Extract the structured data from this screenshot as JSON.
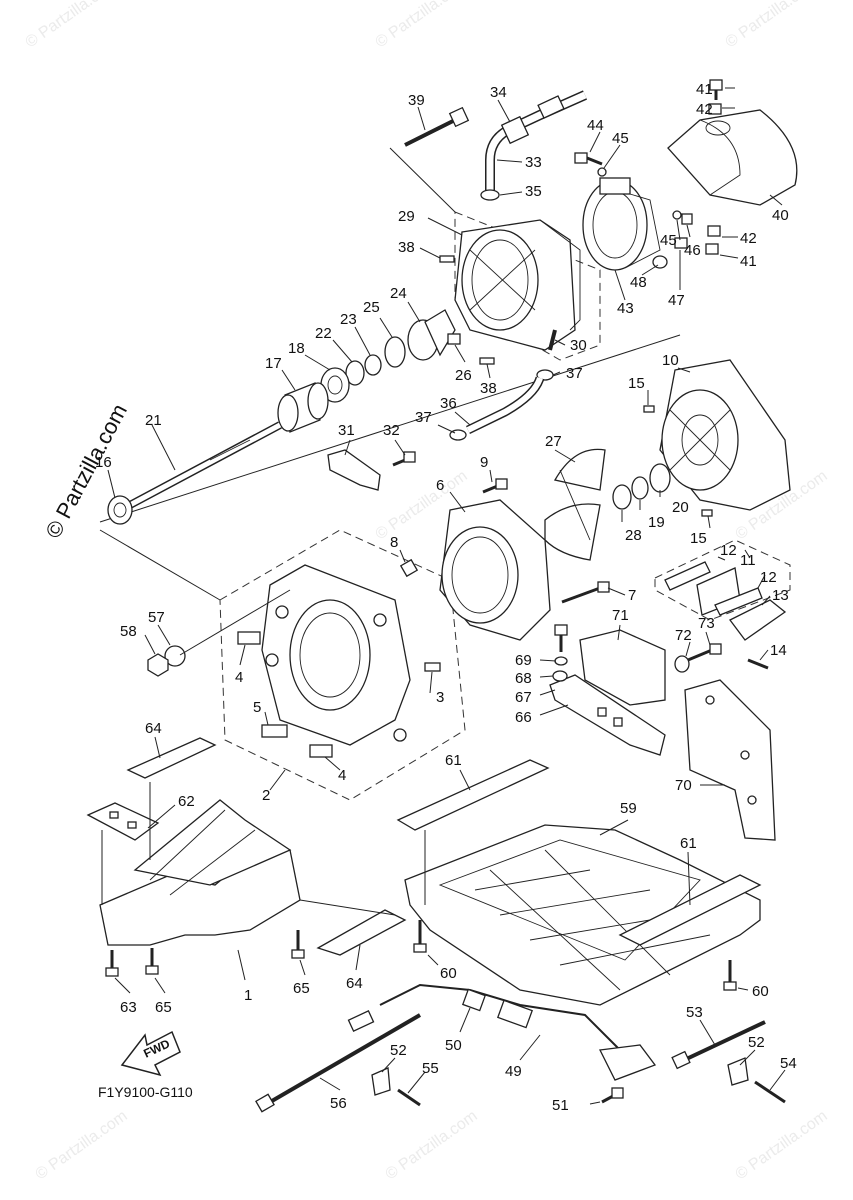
{
  "watermark_text": "© Partzilla.com",
  "side_text": "© Partzilla.com",
  "drawing_code": "F1Y9100-G110",
  "fwd_label": "FWD",
  "labels": [
    {
      "id": "1",
      "text": "1"
    },
    {
      "id": "2",
      "text": "2"
    },
    {
      "id": "3a",
      "text": "3"
    },
    {
      "id": "3b",
      "text": "3"
    },
    {
      "id": "4a",
      "text": "4"
    },
    {
      "id": "4b",
      "text": "4"
    },
    {
      "id": "5",
      "text": "5"
    },
    {
      "id": "6",
      "text": "6"
    },
    {
      "id": "7",
      "text": "7"
    },
    {
      "id": "8",
      "text": "8"
    },
    {
      "id": "9",
      "text": "9"
    },
    {
      "id": "10",
      "text": "10"
    },
    {
      "id": "11",
      "text": "11"
    },
    {
      "id": "12a",
      "text": "12"
    },
    {
      "id": "12b",
      "text": "12"
    },
    {
      "id": "13",
      "text": "13"
    },
    {
      "id": "14",
      "text": "14"
    },
    {
      "id": "15a",
      "text": "15"
    },
    {
      "id": "15b",
      "text": "15"
    },
    {
      "id": "16",
      "text": "16"
    },
    {
      "id": "17",
      "text": "17"
    },
    {
      "id": "18",
      "text": "18"
    },
    {
      "id": "19",
      "text": "19"
    },
    {
      "id": "20",
      "text": "20"
    },
    {
      "id": "22",
      "text": "22"
    },
    {
      "id": "23",
      "text": "23"
    },
    {
      "id": "24",
      "text": "24"
    },
    {
      "id": "25",
      "text": "25"
    },
    {
      "id": "26",
      "text": "26"
    },
    {
      "id": "27",
      "text": "27"
    },
    {
      "id": "28",
      "text": "28"
    },
    {
      "id": "29",
      "text": "29"
    },
    {
      "id": "30",
      "text": "30"
    },
    {
      "id": "31",
      "text": "31"
    },
    {
      "id": "32",
      "text": "32"
    },
    {
      "id": "33",
      "text": "33"
    },
    {
      "id": "34",
      "text": "34"
    },
    {
      "id": "35",
      "text": "35"
    },
    {
      "id": "36",
      "text": "36"
    },
    {
      "id": "37a",
      "text": "37"
    },
    {
      "id": "37b",
      "text": "37"
    },
    {
      "id": "38a",
      "text": "38"
    },
    {
      "id": "38b",
      "text": "38"
    },
    {
      "id": "39",
      "text": "39"
    },
    {
      "id": "40",
      "text": "40"
    },
    {
      "id": "41a",
      "text": "41"
    },
    {
      "id": "41b",
      "text": "41"
    },
    {
      "id": "42a",
      "text": "42"
    },
    {
      "id": "42b",
      "text": "42"
    },
    {
      "id": "43",
      "text": "43"
    },
    {
      "id": "44",
      "text": "44"
    },
    {
      "id": "45a",
      "text": "45"
    },
    {
      "id": "45b",
      "text": "45"
    },
    {
      "id": "46",
      "text": "46"
    },
    {
      "id": "47",
      "text": "47"
    },
    {
      "id": "48",
      "text": "48"
    },
    {
      "id": "49",
      "text": "49"
    },
    {
      "id": "50",
      "text": "50"
    },
    {
      "id": "51",
      "text": "51"
    },
    {
      "id": "52a",
      "text": "52"
    },
    {
      "id": "52b",
      "text": "52"
    },
    {
      "id": "53",
      "text": "53"
    },
    {
      "id": "54",
      "text": "54"
    },
    {
      "id": "55",
      "text": "55"
    },
    {
      "id": "56",
      "text": "56"
    },
    {
      "id": "57",
      "text": "57"
    },
    {
      "id": "58",
      "text": "58"
    },
    {
      "id": "59",
      "text": "59"
    },
    {
      "id": "60a",
      "text": "60"
    },
    {
      "id": "60b",
      "text": "60"
    },
    {
      "id": "61a",
      "text": "61"
    },
    {
      "id": "61b",
      "text": "61"
    },
    {
      "id": "62",
      "text": "62"
    },
    {
      "id": "63",
      "text": "63"
    },
    {
      "id": "64a",
      "text": "64"
    },
    {
      "id": "64b",
      "text": "64"
    },
    {
      "id": "65a",
      "text": "65"
    },
    {
      "id": "65b",
      "text": "65"
    },
    {
      "id": "66",
      "text": "66"
    },
    {
      "id": "67",
      "text": "67"
    },
    {
      "id": "68",
      "text": "68"
    },
    {
      "id": "69",
      "text": "69"
    },
    {
      "id": "70",
      "text": "70"
    },
    {
      "id": "71",
      "text": "71"
    },
    {
      "id": "72",
      "text": "72"
    },
    {
      "id": "73",
      "text": "73"
    },
    {
      "id": "21",
      "text": "21"
    }
  ]
}
